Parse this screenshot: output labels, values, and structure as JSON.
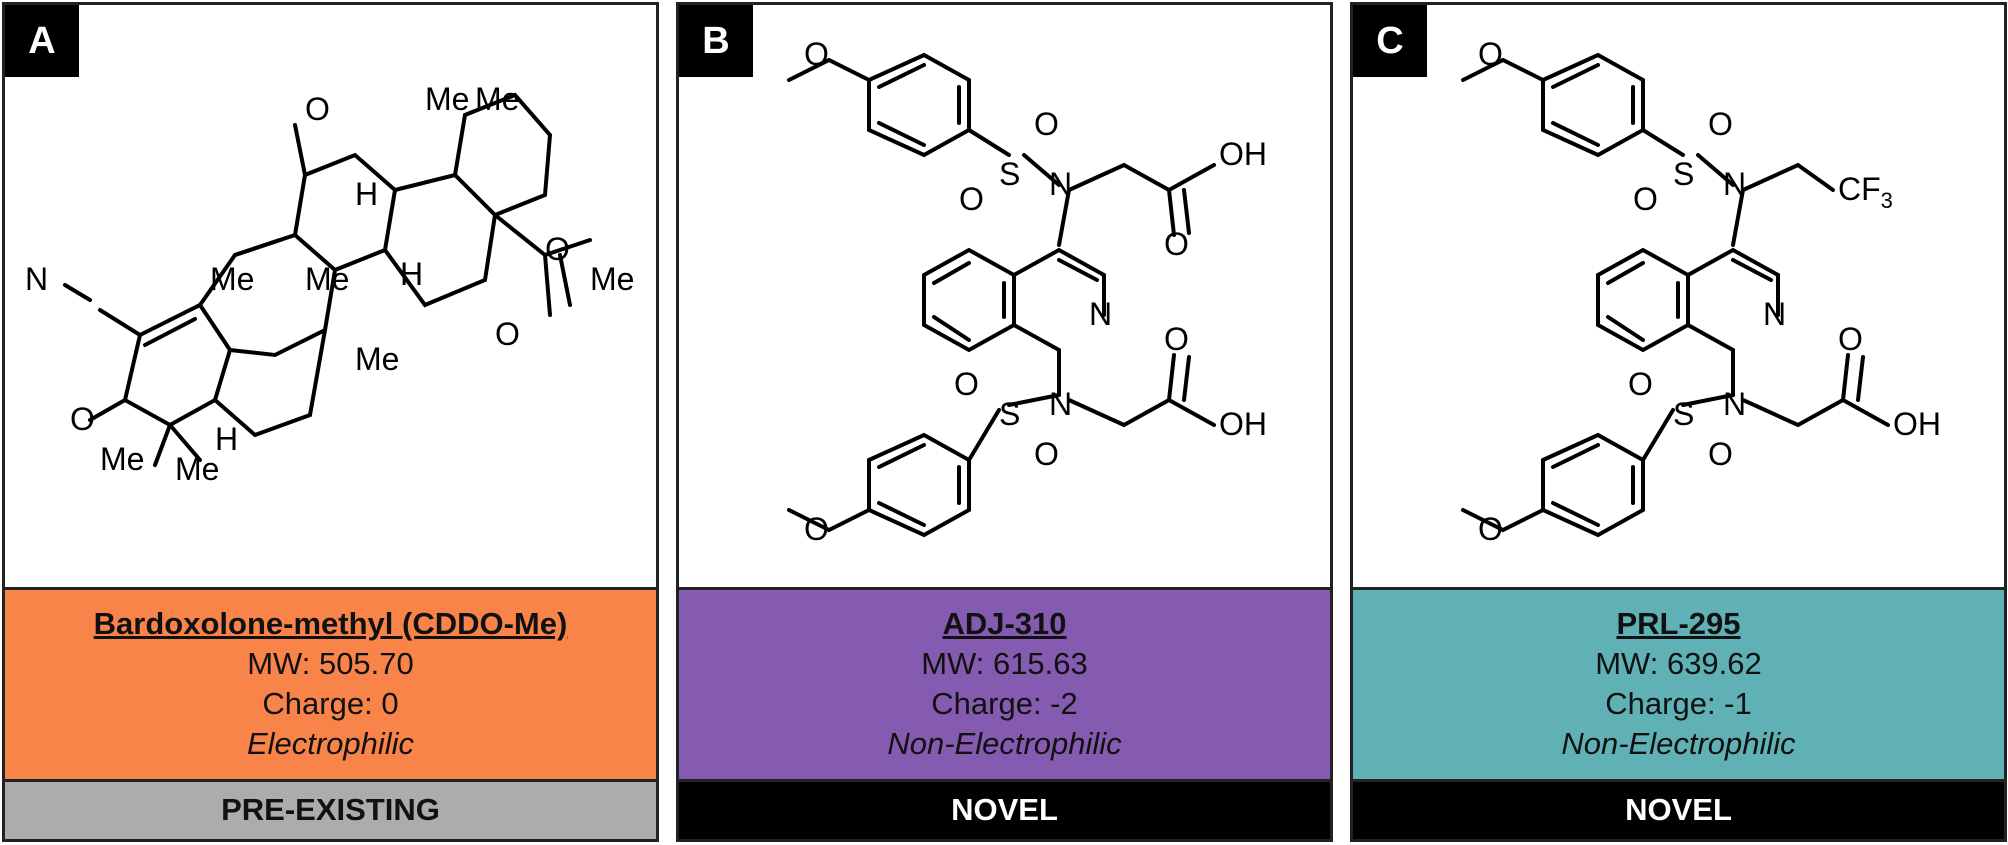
{
  "colors": {
    "orange": "#F9844A",
    "purple": "#855BB1",
    "teal": "#5FB1B5",
    "gray": "#AEABAB",
    "black": "#000000"
  },
  "panels": [
    {
      "letter": "A",
      "name": "Bardoxolone-methyl (CDDO-Me)",
      "mw": "MW: 505.70",
      "charge": "Charge: 0",
      "electrophilicity": "Electrophilic",
      "status": "PRE-EXISTING",
      "atoms": {
        "me1": "Me",
        "me2": "Me",
        "o_top": "O",
        "h1": "H",
        "h2": "H",
        "n": "N",
        "me3": "Me",
        "me4": "Me",
        "o_ester": "O",
        "me_ester": "Me",
        "o_ester2": "O",
        "me5": "Me",
        "o_left": "O",
        "h3": "H",
        "me6": "Me",
        "me7": "Me"
      }
    },
    {
      "letter": "B",
      "name": "ADJ-310",
      "mw": "MW: 615.63",
      "charge": "Charge: -2",
      "electrophilicity": "Non-Electrophilic",
      "status": "NOVEL",
      "atoms": {
        "o1": "O",
        "s1": "S",
        "o2": "O",
        "o3": "O",
        "n1": "N",
        "oh1": "OH",
        "o4": "O",
        "n_ring": "N",
        "o5": "O",
        "oh2": "OH",
        "o6": "O",
        "s2": "S",
        "n2": "N",
        "o7": "O",
        "o8": "O"
      }
    },
    {
      "letter": "C",
      "name": "PRL-295",
      "mw": "MW: 639.62",
      "charge": "Charge: -1",
      "electrophilicity": "Non-Electrophilic",
      "status": "NOVEL",
      "atoms": {
        "o1": "O",
        "s1": "S",
        "o2": "O",
        "o3": "O",
        "n1": "N",
        "cf3": "CF",
        "cf3_sub": "3",
        "n_ring": "N",
        "o5": "O",
        "oh2": "OH",
        "o6": "O",
        "s2": "S",
        "n2": "N",
        "o7": "O",
        "o8": "O"
      }
    }
  ]
}
